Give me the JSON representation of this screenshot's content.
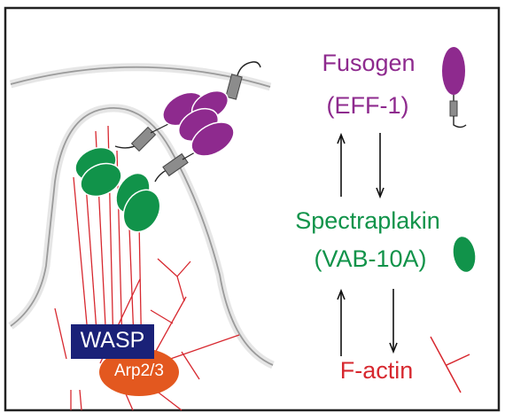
{
  "labels": {
    "fusogen": "Fusogen",
    "fusogen_sub": "(EFF-1)",
    "spectraplakin": "Spectraplakin",
    "spectraplakin_sub": "(VAB-10A)",
    "factin": "F-actin",
    "wasp": "WASP",
    "arp": "Arp2/3"
  },
  "colors": {
    "fusogen": "#8e2a8e",
    "spectraplakin": "#11934a",
    "factin": "#d7282f",
    "wasp_bg": "#1a2178",
    "arp_bg": "#e3581f",
    "membrane": "#bcbcbc",
    "linker": "#8c8c8c"
  },
  "icons": {
    "fusogen": "fusogen-protein-icon",
    "spectraplakin": "spectraplakin-protein-icon",
    "actin": "branched-actin-icon"
  }
}
